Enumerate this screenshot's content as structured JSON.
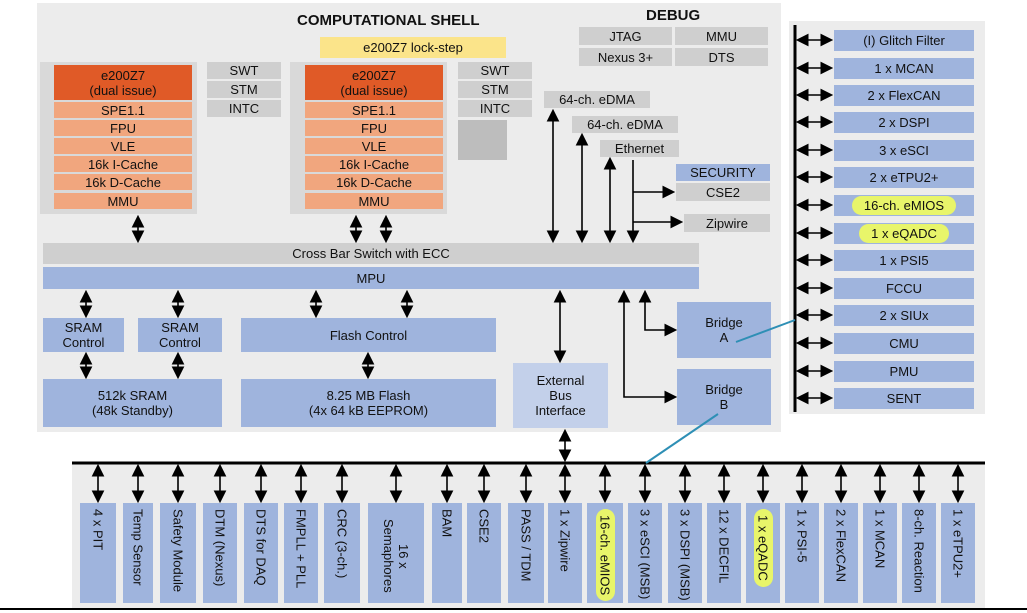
{
  "shell": {
    "title": "COMPUTATIONAL SHELL",
    "lockstep": "e200Z7 lock-step",
    "core_title_1": "e200Z7",
    "core_title_2": "(dual issue)",
    "core_stack": [
      "SPE1.1",
      "FPU",
      "VLE",
      "16k I-Cache",
      "16k D-Cache",
      "MMU"
    ],
    "core_side": [
      "SWT",
      "STM",
      "INTC"
    ],
    "xbar": "Cross Bar Switch with ECC",
    "mpu": "MPU",
    "sram_control_1": "SRAM",
    "sram_control_2": "Control",
    "flash_control": "Flash Control",
    "sram_1": "512k SRAM",
    "sram_2": "(48k Standby)",
    "flash_1": "8.25 MB Flash",
    "flash_2": "(4x 64 kB EEPROM)",
    "ebi_1": "External",
    "ebi_2": "Bus",
    "ebi_3": "Interface",
    "edma_a": "64-ch. eDMA",
    "edma_b": "64-ch. eDMA",
    "ethernet": "Ethernet",
    "security": "SECURITY",
    "cse2": "CSE2",
    "zipwire": "Zipwire",
    "bridge_a_1": "Bridge",
    "bridge_a_2": "A",
    "bridge_b_1": "Bridge",
    "bridge_b_2": "B"
  },
  "debug": {
    "title": "DEBUG",
    "cells": [
      "JTAG",
      "MMU",
      "Nexus 3+",
      "DTS"
    ]
  },
  "bridge_a_peripherals": [
    "(I) Glitch Filter",
    "1 x MCAN",
    "2 x FlexCAN",
    "2 x DSPI",
    "3 x eSCI",
    "2 x eTPU2+",
    "16-ch. eMIOS",
    "1 x eQADC",
    "1 x PSI5",
    "FCCU",
    "2 x SIUx",
    "CMU",
    "PMU",
    "SENT"
  ],
  "bridge_b_peripherals": [
    "4 x PIT",
    "Temp Sensor",
    "Safety Module",
    "DTM (Nexus)",
    "DTS for DAQ",
    "FMPLL + PLL",
    "CRC (3-ch.)",
    "16 x Semaphores",
    "BAM",
    "CSE2",
    "PASS / TDM",
    "1 x Zipwire",
    "16-ch. eMIOS",
    "3 x eSCI (MSB)",
    "3 x DSPI (MSB)",
    "12 x DECFIL",
    "1 x eQADC",
    "1 x PSI-5",
    "2 x FlexCAN",
    "1 x MCAN",
    "8-ch. Reaction",
    "1 x eTPU2+"
  ],
  "colors": {
    "highlight": "#e8f56a",
    "block_blue": "#9fb4dd",
    "core_orange": "#e05a27",
    "core_peach": "#f1a67e",
    "lockstep_yellow": "#fbe48a",
    "bridge_link": "#2e8fb5"
  }
}
